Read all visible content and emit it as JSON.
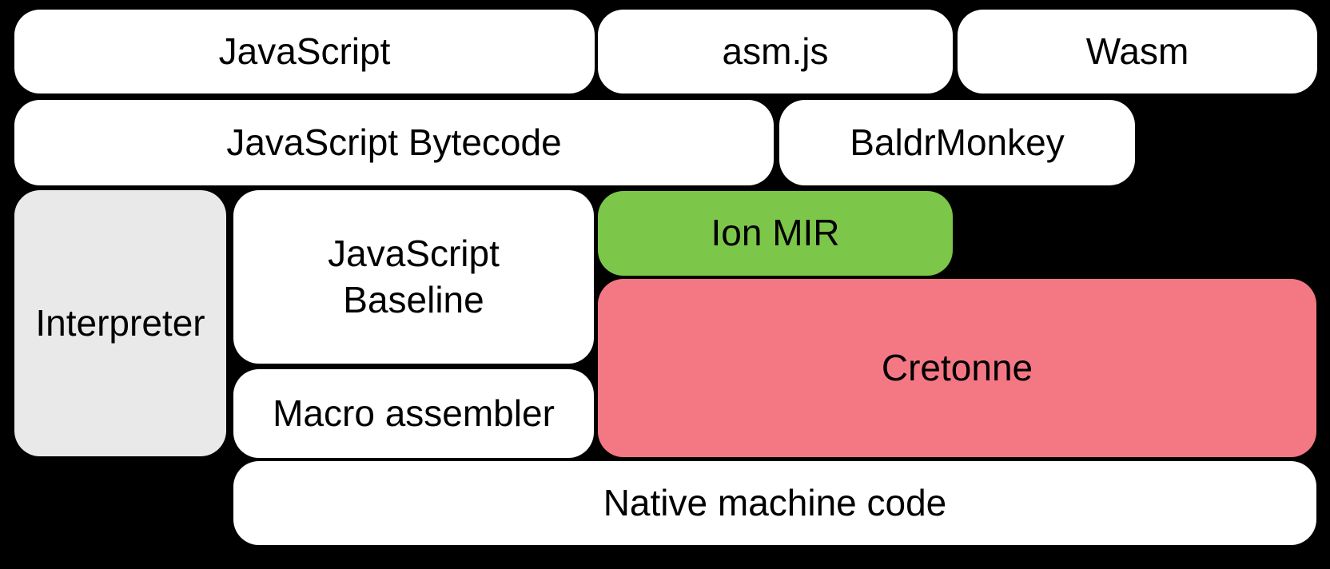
{
  "diagram": {
    "background_color": "#000000",
    "text_color": "#000000",
    "nodes": [
      {
        "id": "javascript",
        "label": "JavaScript",
        "color": "#ffffff"
      },
      {
        "id": "asm-js",
        "label": "asm.js",
        "color": "#ffffff"
      },
      {
        "id": "wasm",
        "label": "Wasm",
        "color": "#ffffff"
      },
      {
        "id": "javascript-bytecode",
        "label": "JavaScript Bytecode",
        "color": "#ffffff"
      },
      {
        "id": "baldrmonkey",
        "label": "BaldrMonkey",
        "color": "#ffffff"
      },
      {
        "id": "interpreter",
        "label": "Interpreter",
        "color": "#e9e9e9"
      },
      {
        "id": "javascript-baseline",
        "label": "JavaScript Baseline",
        "color": "#ffffff"
      },
      {
        "id": "ion-mir",
        "label": "Ion MIR",
        "color": "#7cc64a"
      },
      {
        "id": "cretonne",
        "label": "Cretonne",
        "color": "#f47884"
      },
      {
        "id": "macro-assembler",
        "label": "Macro assembler",
        "color": "#ffffff"
      },
      {
        "id": "native-machine-code",
        "label": "Native machine code",
        "color": "#ffffff"
      }
    ]
  }
}
